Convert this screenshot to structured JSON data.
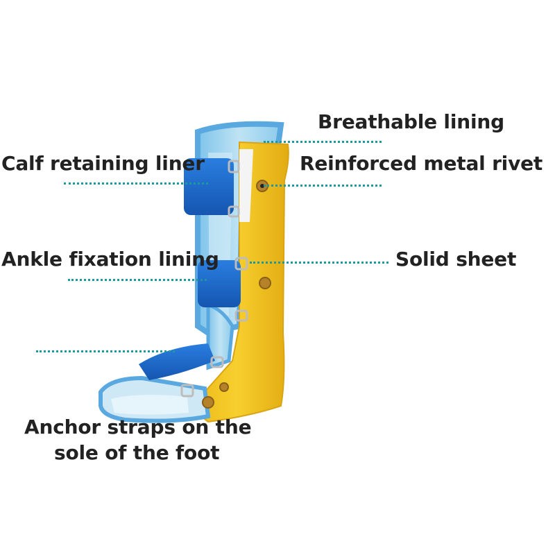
{
  "callouts": {
    "breathable_lining": "Breathable lining",
    "reinforced_metal_rivet": "Reinforced metal rivet",
    "solid_sheet": "Solid sheet",
    "calf_retaining_liner": "Calf retaining liner",
    "ankle_fixation_lining": "Ankle fixation lining",
    "anchor_straps_line1": "Anchor straps on the",
    "anchor_straps_line2": "sole of the foot"
  },
  "colors": {
    "shell": "#f2c21b",
    "shell_shadow": "#d9a514",
    "strap": "#1e6fd6",
    "strap_dark": "#1556b0",
    "lining": "#a9d8ef",
    "lining_edge": "#5aa8e0",
    "rivet": "#b5822a",
    "leader": "#1a9aa0"
  }
}
